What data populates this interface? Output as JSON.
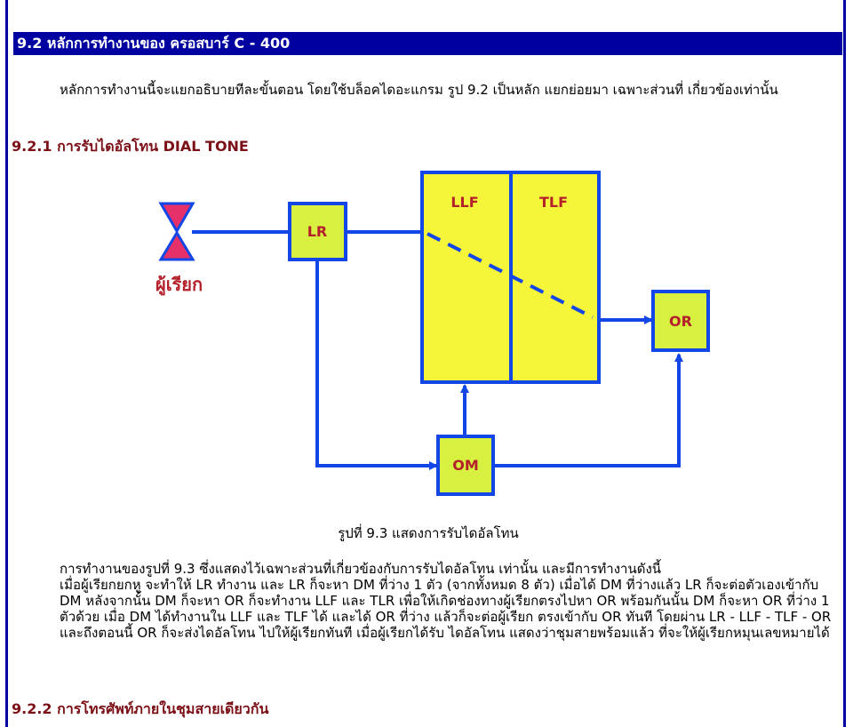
{
  "section": {
    "title": "9.2 หลักการทำงานของ ครอสบาร์ C - 400"
  },
  "intro": "หลักการทำงานนี้จะแยกอธิบายทีละขั้นตอน โดยใช้บล็อคไดอะแกรม รูป 9.2 เป็นหลัก แยกย่อยมา เฉพาะส่วนที่ เกี่ยวข้องเท่านั้น",
  "sub1": "9.2.1 การรับไดอัลโทน DIAL TONE",
  "diagram": {
    "caller": "ผู้เรียก",
    "blocks": {
      "lr": "LR",
      "llf": "LLF",
      "tlf": "TLF",
      "or": "OR",
      "om": "OM"
    },
    "colors": {
      "line": "#1346e6",
      "fill": "#f5f53a",
      "fill_small": "#d8f040",
      "label": "#b3202a",
      "hourglass": "#e6306a"
    }
  },
  "caption": "รูปที่ 9.3 แสดงการรับไดอัลโทน",
  "body": {
    "line1": "การทำงานของรูปที่ 9.3 ซึ่งแสดงไว้เฉพาะส่วนที่เกี่ยวข้องกับการรับไดอัลโทน เท่านั้น และมีการทำงานดังนี้",
    "line2": "เมื่อผู้เรียกยกหู จะทำให้ LR ทำงาน และ LR ก็จะหา DM ที่ว่าง 1 ตัว (จากทั้งหมด 8 ตัว) เมื่อได้ DM ที่ว่างแล้ว LR ก็จะต่อตัวเองเข้ากับ DM หลังจากนั้น DM ก็จะหา OR ก็จะทำงาน LLF และ TLR เพื่อให้เกิดช่องทางผู้เรียกตรงไปหา OR พร้อมกันนั้น DM ก็จะหา OR ที่ว่าง 1 ตัวด้วย เมื่อ DM ได้ทำงานใน LLF และ TLF ได้ และได้ OR ที่ว่าง แล้วก็จะต่อผู้เรียก ตรงเข้ากับ OR ทันที โดยผ่าน LR - LLF - TLF - OR และถึงตอนนี้ OR ก็จะส่งไดอัลโทน ไปให้ผู้เรียกทันที เมื่อผู้เรียกได้รับ ไดอัลโทน แสดงว่าชุมสายพร้อมแล้ว ที่จะให้ผู้เรียกหมุนเลขหมายได้"
  },
  "sub2": "9.2.2 การโทรศัพท์ภายในชุมสายเดียวกัน"
}
